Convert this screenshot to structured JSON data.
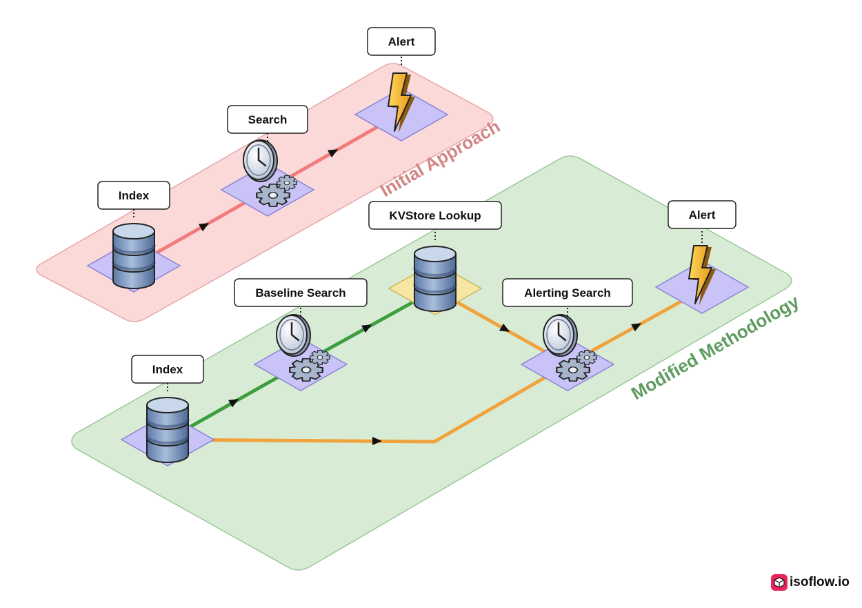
{
  "zones": {
    "initial": {
      "title": "Initial Approach",
      "fill": "#fbd9d9",
      "stroke": "#e6a6a6",
      "text_color": "#d38585"
    },
    "modified": {
      "title": "Modified Methodology",
      "fill": "#d8ecd5",
      "stroke": "#9cc79a",
      "text_color": "#5f9c61"
    }
  },
  "nodes": {
    "initial_index": {
      "label": "Index",
      "icon": "database-icon"
    },
    "initial_search": {
      "label": "Search",
      "icon": "scheduled-search-icon"
    },
    "initial_alert": {
      "label": "Alert",
      "icon": "lightning-icon"
    },
    "modified_index": {
      "label": "Index",
      "icon": "database-icon"
    },
    "baseline_search": {
      "label": "Baseline Search",
      "icon": "scheduled-search-icon"
    },
    "kvstore_lookup": {
      "label": "KVStore Lookup",
      "icon": "database-icon"
    },
    "alerting_search": {
      "label": "Alerting Search",
      "icon": "scheduled-search-icon"
    },
    "modified_alert": {
      "label": "Alert",
      "icon": "lightning-icon"
    }
  },
  "connector_colors": {
    "initial": "#f27b7b",
    "baseline": "#3e9e3e",
    "alerting": "#f0a33c"
  },
  "tile_colors": {
    "default": "#c9c3f7",
    "highlight": "#f5e7a3"
  },
  "brand": {
    "text": "isoflow.io"
  }
}
